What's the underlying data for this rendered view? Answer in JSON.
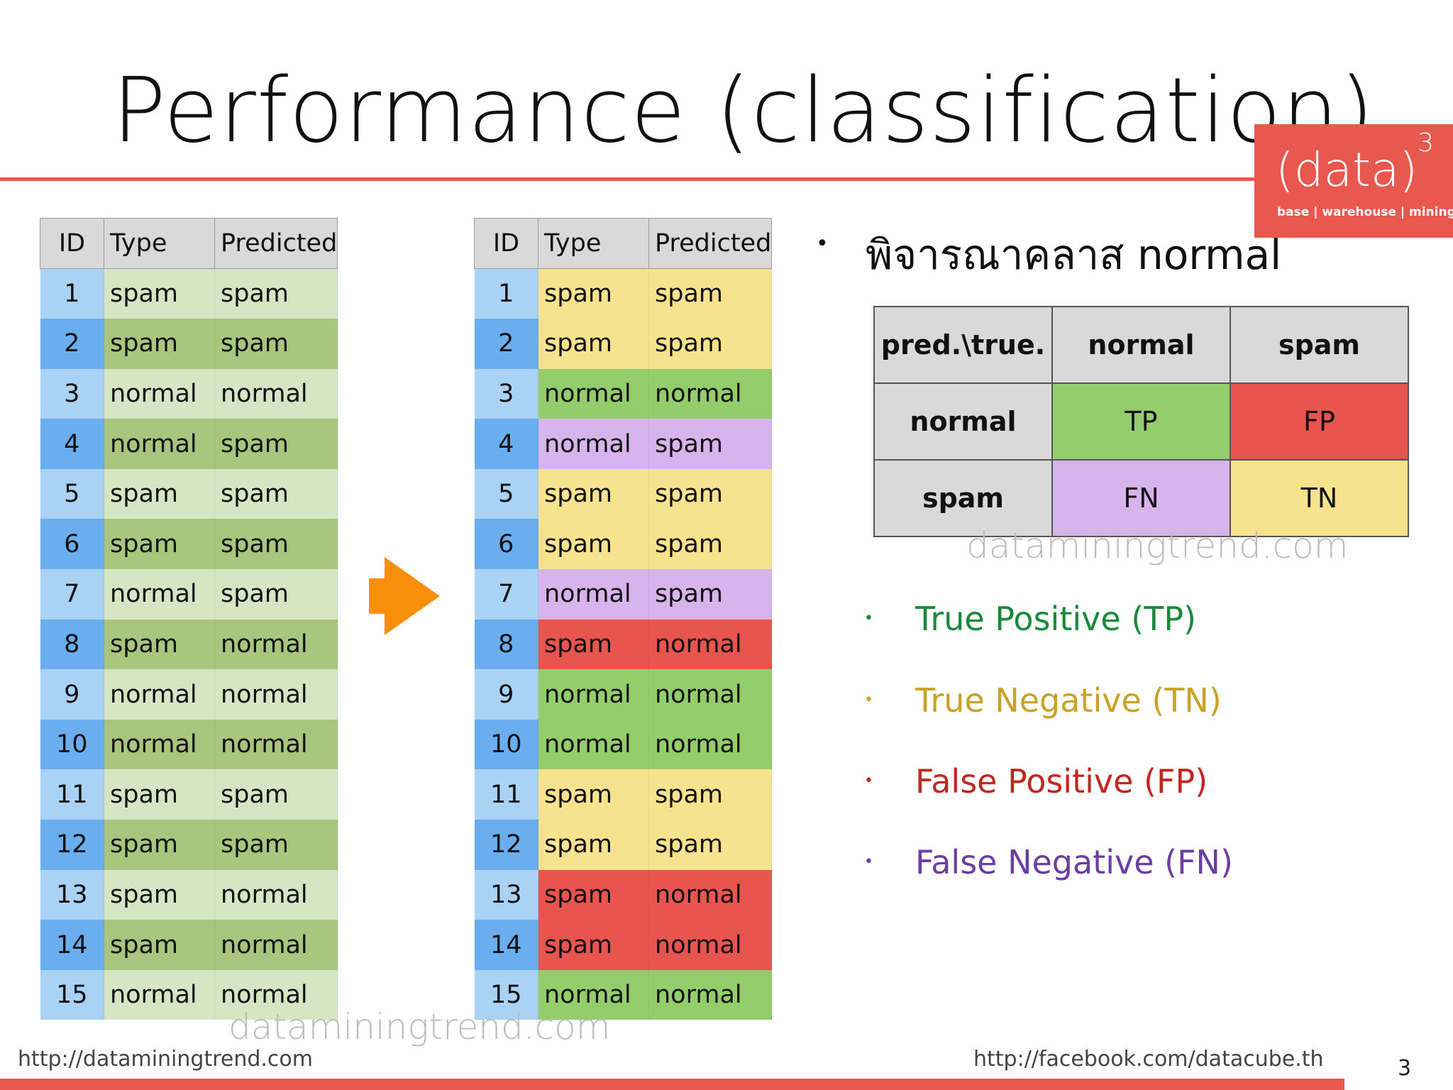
{
  "slide": {
    "title": "Performance (classification)",
    "page_number": "3"
  },
  "logo": {
    "main": "(data)",
    "sup": "3",
    "sub": "base | warehouse | mining"
  },
  "table_headers": [
    "ID",
    "Type",
    "Predicted"
  ],
  "rows": [
    {
      "id": "1",
      "type": "spam",
      "pred": "spam"
    },
    {
      "id": "2",
      "type": "spam",
      "pred": "spam"
    },
    {
      "id": "3",
      "type": "normal",
      "pred": "normal"
    },
    {
      "id": "4",
      "type": "normal",
      "pred": "spam"
    },
    {
      "id": "5",
      "type": "spam",
      "pred": "spam"
    },
    {
      "id": "6",
      "type": "spam",
      "pred": "spam"
    },
    {
      "id": "7",
      "type": "normal",
      "pred": "spam"
    },
    {
      "id": "8",
      "type": "spam",
      "pred": "normal"
    },
    {
      "id": "9",
      "type": "normal",
      "pred": "normal"
    },
    {
      "id": "10",
      "type": "normal",
      "pred": "normal"
    },
    {
      "id": "11",
      "type": "spam",
      "pred": "spam"
    },
    {
      "id": "12",
      "type": "spam",
      "pred": "spam"
    },
    {
      "id": "13",
      "type": "spam",
      "pred": "normal"
    },
    {
      "id": "14",
      "type": "spam",
      "pred": "normal"
    },
    {
      "id": "15",
      "type": "normal",
      "pred": "normal"
    }
  ],
  "thai_bullet": "พิจารณาคลาส normal",
  "confusion_matrix": {
    "corner": "pred.\\true.",
    "col_headers": [
      "normal",
      "spam"
    ],
    "rows": [
      {
        "label": "normal",
        "cells": [
          "TP",
          "FP"
        ]
      },
      {
        "label": "spam",
        "cells": [
          "FN",
          "TN"
        ]
      }
    ]
  },
  "watermark": "dataminingtrend.com",
  "legend": [
    {
      "text": "True Positive (TP)",
      "color": "#1a8a3a"
    },
    {
      "text": "True Negative (TN)",
      "color": "#c9a227"
    },
    {
      "text": "False Positive (FP)",
      "color": "#c0281f"
    },
    {
      "text": "False Negative (FN)",
      "color": "#6b3fa0"
    }
  ],
  "colors": {
    "accent": "#e8584f",
    "arrow": "#f98f0a",
    "TP": "#93cd6c",
    "TN": "#f7e38e",
    "FP": "#e8554f",
    "FN": "#d8b4ec",
    "left_light": "#d6e6c4",
    "left_dark": "#a8c67d"
  },
  "footer": {
    "left": "http://dataminingtrend.com",
    "right": "http://facebook.com/datacube.th"
  }
}
